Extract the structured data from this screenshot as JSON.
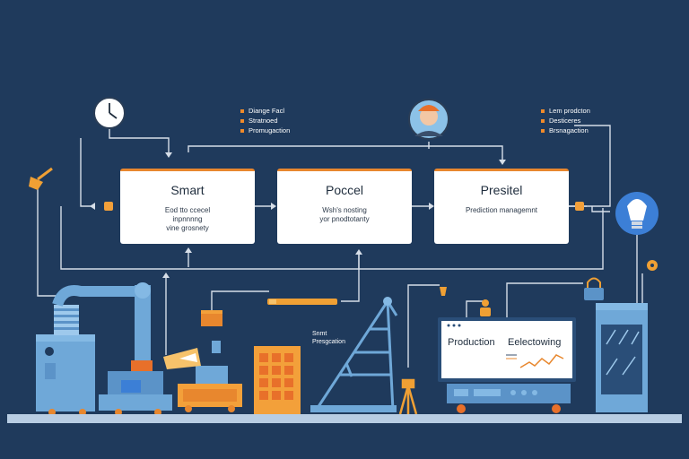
{
  "boxes": [
    {
      "title": "Smart",
      "lines": [
        "Eod tto ccecel",
        "inpnnnng",
        "vine grosnety"
      ]
    },
    {
      "title": "Poccel",
      "lines": [
        "Wsh's nosting",
        "yor pnodtotanty"
      ]
    },
    {
      "title": "Presitel",
      "lines": [
        "Prediction managemnt"
      ]
    }
  ],
  "legend_left": [
    "Diange Facl",
    "Stratnoed",
    "Promugaction"
  ],
  "legend_right": [
    "Lem prodcton",
    "Desticeres",
    "Brsnagaction"
  ],
  "label_small": [
    "Snmt",
    "Presgcation"
  ],
  "monitor": {
    "left": "Production",
    "right": "Eelectowing"
  },
  "colors": {
    "background": "#1f3a5c",
    "accent": "#e8872e",
    "machine": "#6fa8d8",
    "line": "#d6dee8"
  }
}
